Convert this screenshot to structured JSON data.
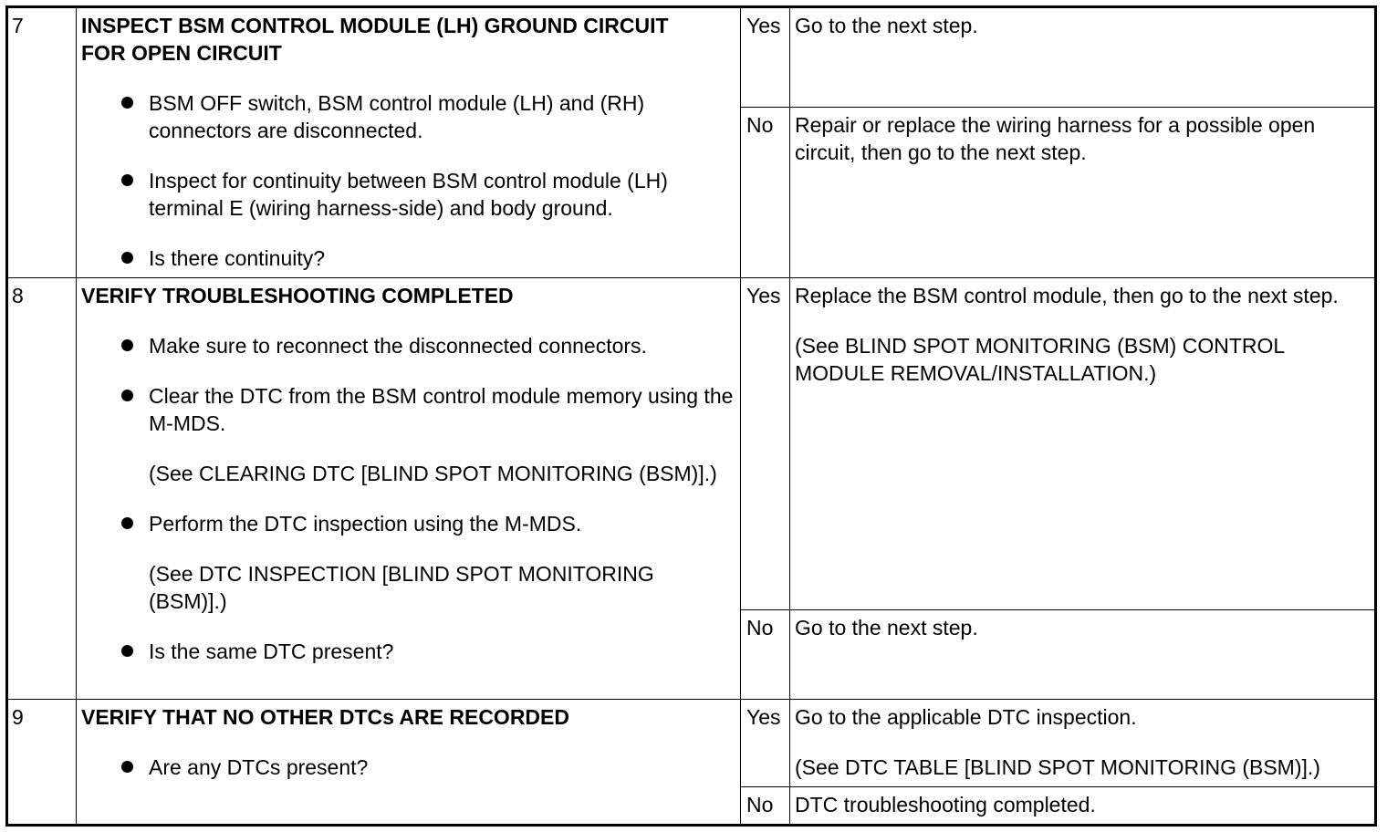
{
  "steps": [
    {
      "number": "7",
      "title_line1": "INSPECT BSM CONTROL MODULE (LH) GROUND CIRCUIT",
      "title_line2": "FOR OPEN CIRCUIT",
      "bullets": [
        "BSM OFF switch, BSM control module (LH) and (RH) connectors are disconnected.",
        "Inspect for continuity between BSM control module (LH) terminal E (wiring harness-side) and body ground.",
        "Is there continuity?"
      ],
      "yes_label": "Yes",
      "yes_result": "Go to the next step.",
      "no_label": "No",
      "no_result": "Repair or replace the wiring harness for a possible open circuit, then go to the next step."
    },
    {
      "number": "8",
      "title": "VERIFY TROUBLESHOOTING COMPLETED",
      "bullets": [
        "Make sure to reconnect the disconnected connectors.",
        "Clear the DTC from the BSM control module memory using the M-MDS.",
        "Perform the DTC inspection using the M-MDS.",
        "Is the same DTC present?"
      ],
      "bullet_notes": {
        "clear": "(See CLEARING DTC [BLIND SPOT MONITORING (BSM)].)",
        "inspect": "(See DTC INSPECTION [BLIND SPOT MONITORING (BSM)].)"
      },
      "yes_label": "Yes",
      "yes_result": "Replace the BSM control module, then go to the next step.",
      "yes_note": "(See BLIND SPOT MONITORING (BSM) CONTROL MODULE REMOVAL/INSTALLATION.)",
      "no_label": "No",
      "no_result": "Go to the next step."
    },
    {
      "number": "9",
      "title": "VERIFY THAT NO OTHER DTCs ARE RECORDED",
      "bullets": [
        "Are any DTCs present?"
      ],
      "yes_label": "Yes",
      "yes_result": "Go to the applicable DTC inspection.",
      "yes_note": "(See DTC TABLE [BLIND SPOT MONITORING (BSM)].)",
      "no_label": "No",
      "no_result": "DTC troubleshooting completed."
    }
  ]
}
